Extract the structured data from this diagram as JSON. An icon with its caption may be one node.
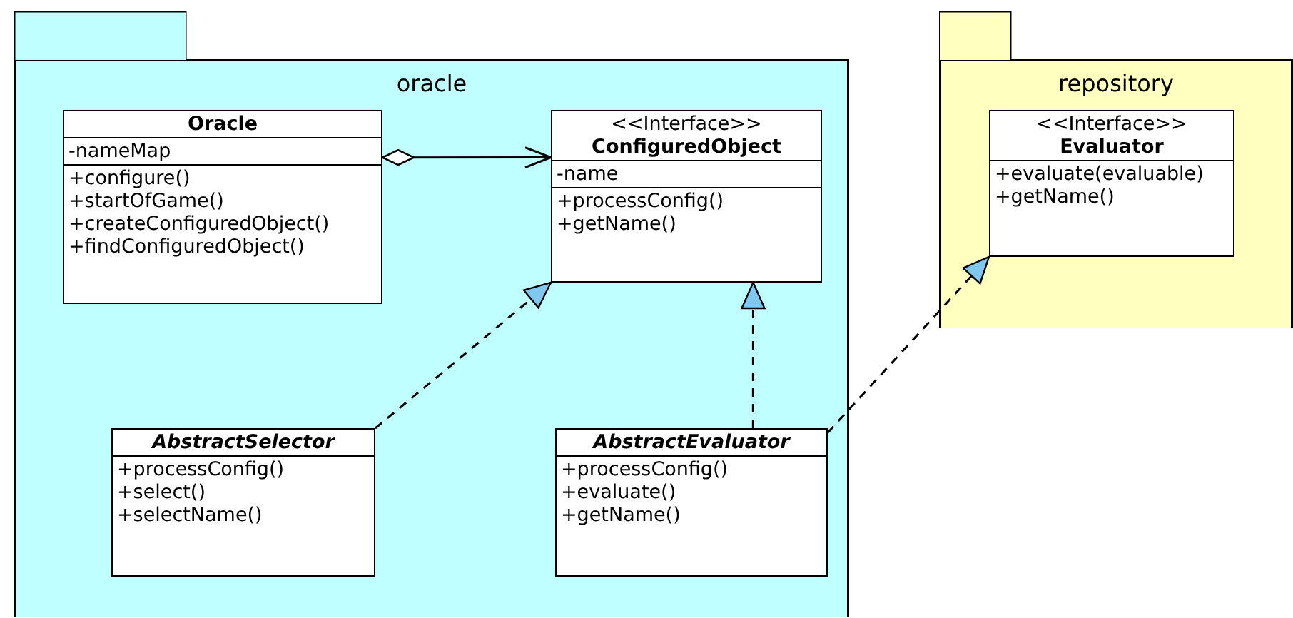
{
  "diagram": {
    "nodes": [
      {
        "text": [
          "oracle"
        ]
      },
      {
        "text": [
          "Oracle",
          "-nameMap",
          "+configure()",
          "+startOfGame()",
          "+createConfiguredObject()",
          "+findConfiguredObject()"
        ],
        "in": 0
      },
      {
        "text": [
          "<<Interface>>",
          "ConfiguredObject",
          "-name",
          "+processConfig()",
          "+getName()"
        ],
        "in": 0
      },
      {
        "text": [
          "AbstractSelector",
          "+processConfig()",
          "+select()",
          "+selectName()"
        ],
        "in": 0
      },
      {
        "text": [
          "AbstractEvaluator",
          "+processConfig()",
          "+evaluate()",
          "+getName()"
        ],
        "in": 0
      },
      {
        "text": [
          "repository"
        ]
      },
      {
        "text": [
          "<<Interface>>",
          "Evaluator",
          "+evaluate(evaluable)",
          "+getName()"
        ],
        "in": 5
      }
    ],
    "edges": [
      {
        "from": 1,
        "to": 2,
        "arrow": "to"
      },
      {
        "from": 3,
        "to": 2,
        "arrow": "to",
        "style": "dashed"
      },
      {
        "from": 4,
        "to": 2,
        "arrow": "to",
        "style": "dashed"
      },
      {
        "from": 4,
        "to": 6,
        "arrow": "to",
        "style": "dashed"
      }
    ]
  }
}
